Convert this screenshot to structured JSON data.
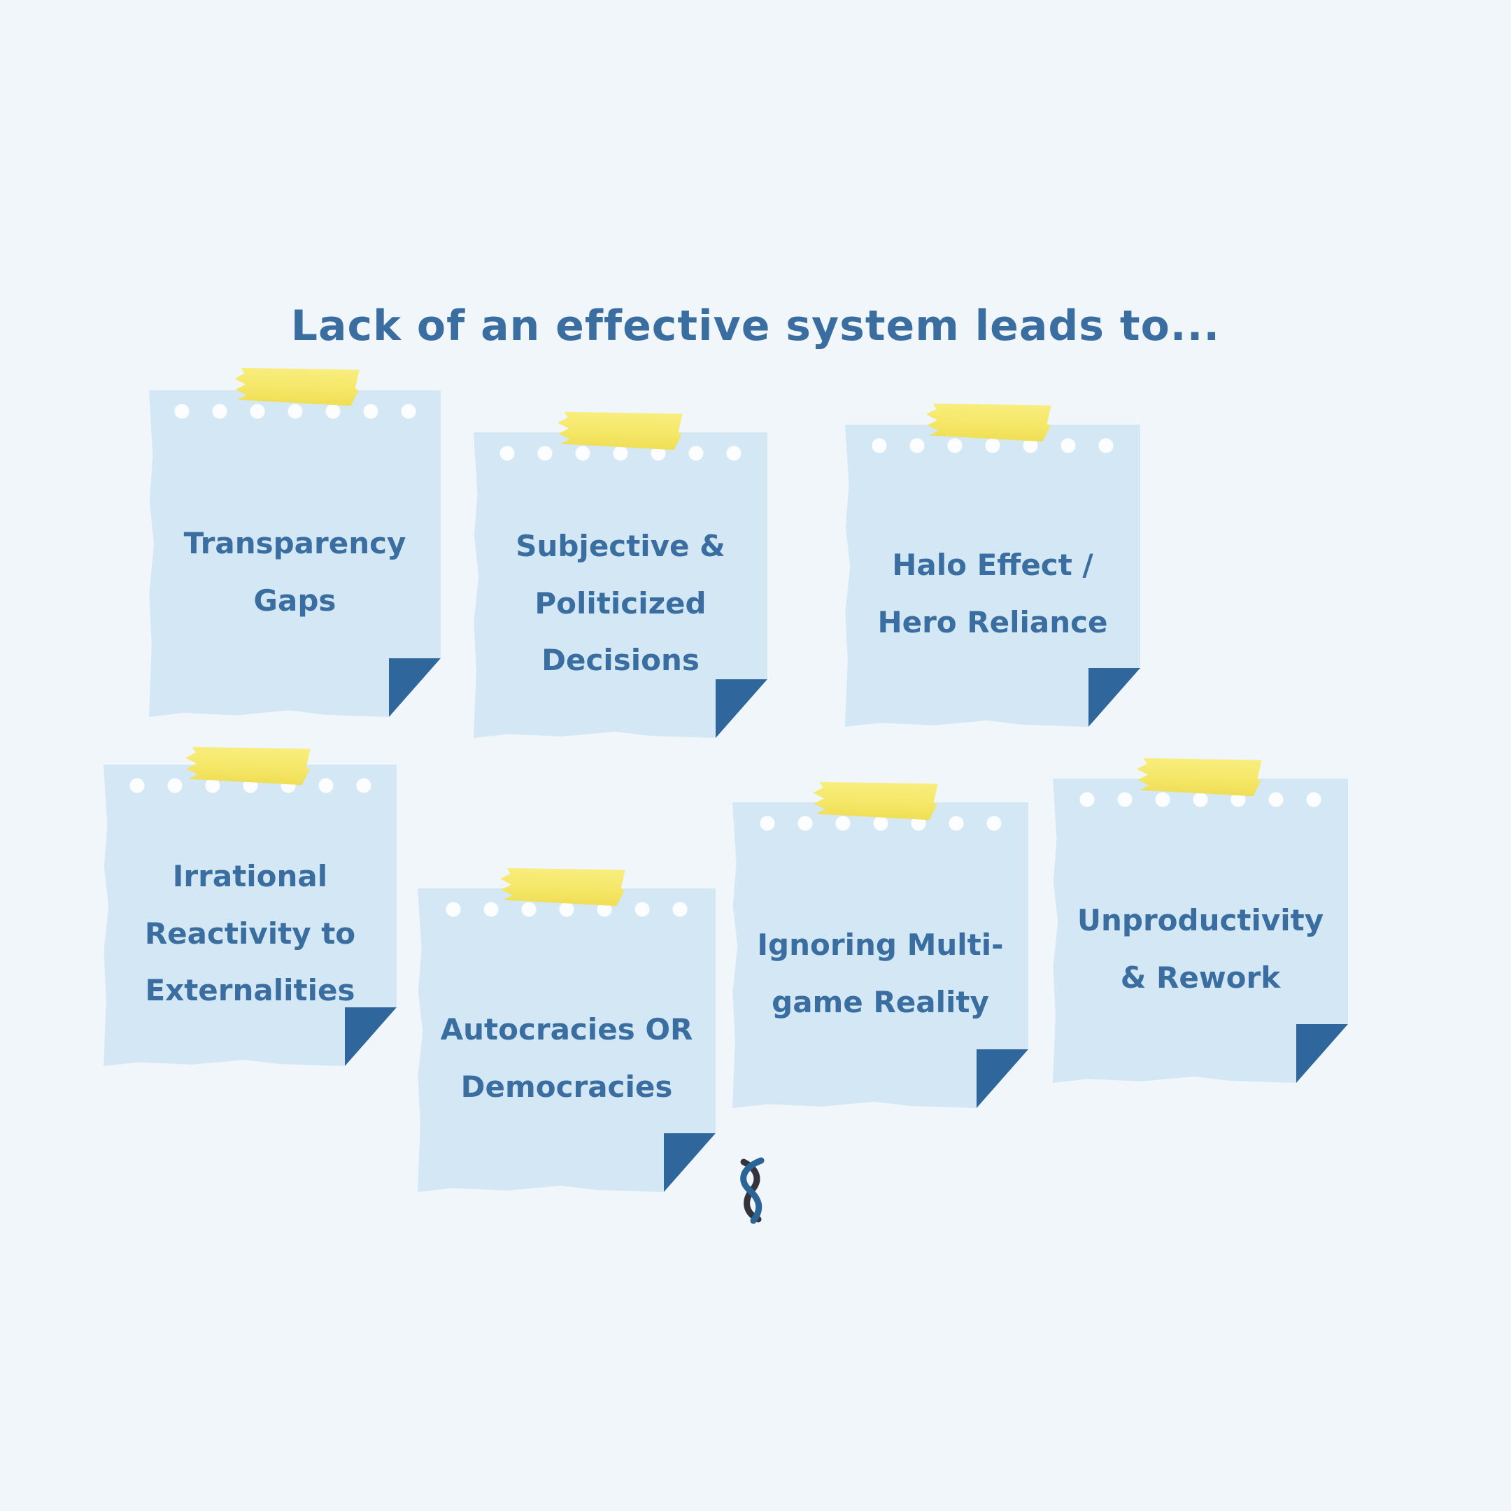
{
  "title": {
    "text": "Lack of an effective system leads to..."
  },
  "notes": [
    {
      "name": "transparency-gaps",
      "text": "Transparency\nGaps"
    },
    {
      "name": "subjective-politicized-decisions",
      "text": "Subjective &\nPoliticized\nDecisions"
    },
    {
      "name": "halo-effect-hero-reliance",
      "text": "Halo Effect /\nHero Reliance"
    },
    {
      "name": "irrational-reactivity-externalities",
      "text": "Irrational\nReactivity to\nExternalities"
    },
    {
      "name": "autocracies-or-democracies",
      "text": "Autocracies OR\nDemocracies"
    },
    {
      "name": "ignoring-multi-game-reality",
      "text": "Ignoring Multi-\ngame Reality"
    },
    {
      "name": "unproductivity-rework",
      "text": "Unproductivity\n& Rework"
    }
  ],
  "logo": {
    "name": "figure-eight-ribbon-logo"
  },
  "colors": {
    "background": "#f0f6fa",
    "note": "#d3e7f4",
    "fold": "#2f679d",
    "hole": "#fbfdfe",
    "text": "#3a6da0",
    "title": "#3a6da0",
    "tape": "#f5e768",
    "tape_light": "#f8ee7d",
    "tape_dark": "#efde55",
    "logo_blue": "#2b6597",
    "logo_dark": "#35343c"
  }
}
